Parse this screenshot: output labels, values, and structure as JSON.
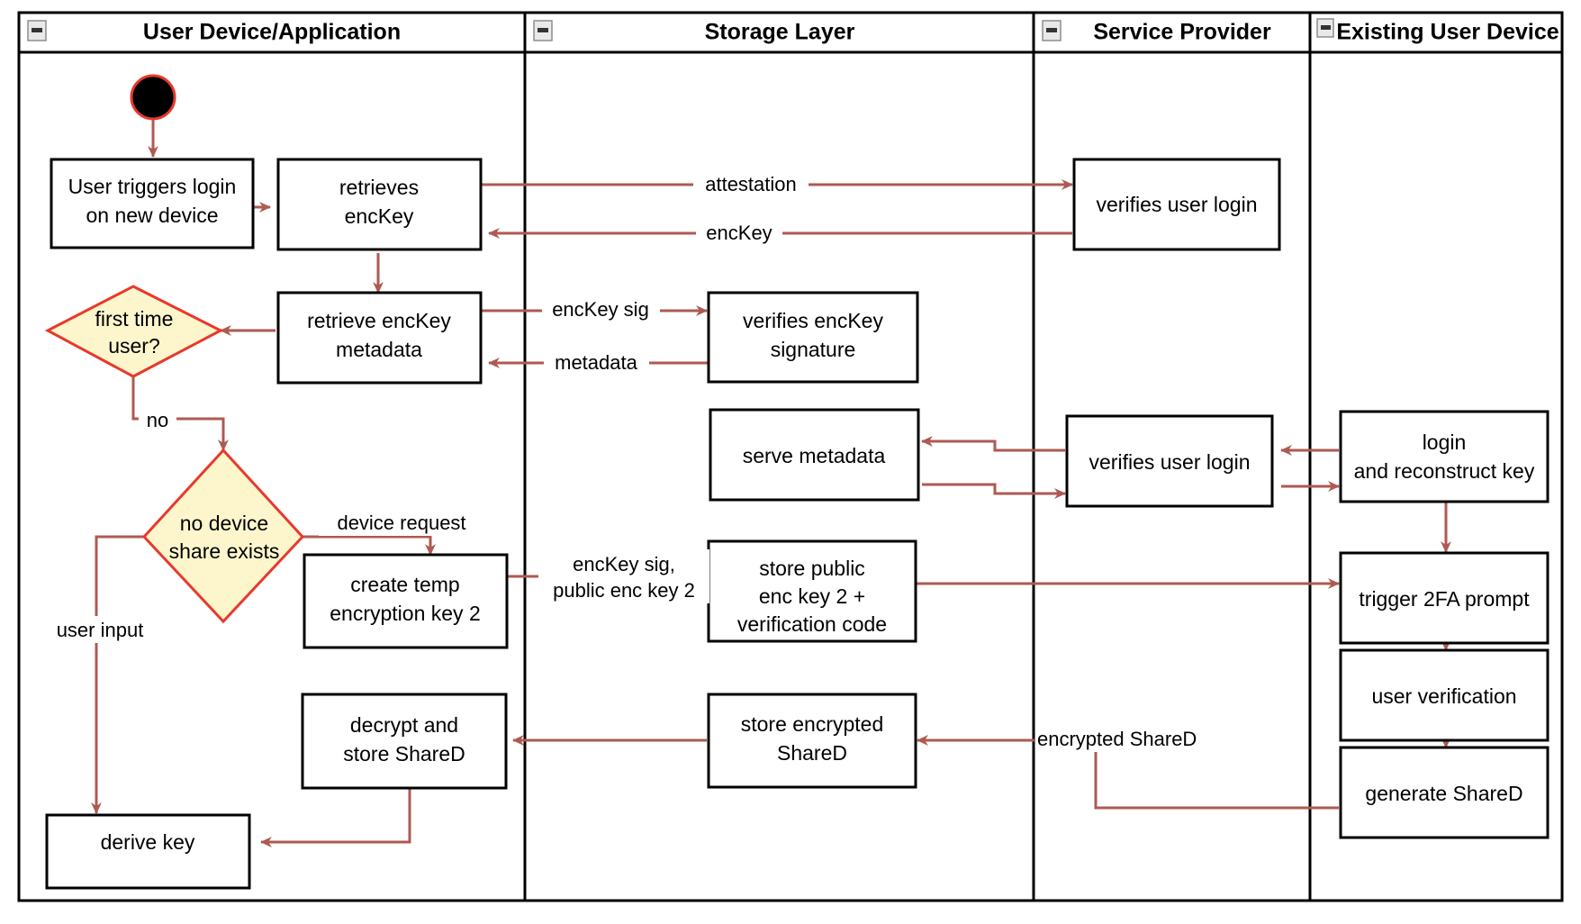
{
  "diagram": {
    "type": "uml-activity-swimlane",
    "colors": {
      "flow": "#ad5a52",
      "decision_fill": "#fdf6cd",
      "decision_stroke": "#e8392b",
      "box_stroke": "#000000",
      "lane_stroke": "#000000",
      "background": "#ffffff"
    }
  },
  "lanes": [
    {
      "id": "lane-user-device",
      "title": "User Device/Application",
      "collapse_icon": "minus-icon"
    },
    {
      "id": "lane-storage",
      "title": "Storage Layer",
      "collapse_icon": "minus-icon"
    },
    {
      "id": "lane-service-provider",
      "title": "Service Provider",
      "collapse_icon": "minus-icon"
    },
    {
      "id": "lane-existing-device",
      "title": "Existing User Device",
      "collapse_icon": "minus-icon"
    }
  ],
  "nodes": [
    {
      "id": "start",
      "kind": "start",
      "lane": "lane-user-device",
      "label": ""
    },
    {
      "id": "user-triggers",
      "kind": "activity",
      "lane": "lane-user-device",
      "label": "User triggers login\non new device"
    },
    {
      "id": "retrieves-enckey",
      "kind": "activity",
      "lane": "lane-user-device",
      "label": "retrieves\nencKey"
    },
    {
      "id": "retrieve-metadata",
      "kind": "activity",
      "lane": "lane-user-device",
      "label": "retrieve encKey\nmetadata"
    },
    {
      "id": "first-time-user",
      "kind": "decision",
      "lane": "lane-user-device",
      "label": "first time\nuser?"
    },
    {
      "id": "no-device-share",
      "kind": "decision",
      "lane": "lane-user-device",
      "label": "no device\nshare exists"
    },
    {
      "id": "create-temp-key",
      "kind": "activity",
      "lane": "lane-user-device",
      "label": "create temp\nencryption key 2"
    },
    {
      "id": "decrypt-store",
      "kind": "activity",
      "lane": "lane-user-device",
      "label": "decrypt and\nstore ShareD"
    },
    {
      "id": "derive-key",
      "kind": "activity",
      "lane": "lane-user-device",
      "label": "derive key"
    },
    {
      "id": "verifies-sig",
      "kind": "activity",
      "lane": "lane-storage",
      "label": "verifies encKey\nsignature"
    },
    {
      "id": "serve-metadata",
      "kind": "activity",
      "lane": "lane-storage",
      "label": "serve metadata"
    },
    {
      "id": "store-public-key",
      "kind": "activity",
      "lane": "lane-storage",
      "label": "store public\nenc key 2 +\nverification code"
    },
    {
      "id": "store-encrypted",
      "kind": "activity",
      "lane": "lane-storage",
      "label": "store encrypted\nShareD"
    },
    {
      "id": "verifies-login-1",
      "kind": "activity",
      "lane": "lane-service-provider",
      "label": "verifies user login"
    },
    {
      "id": "verifies-login-2",
      "kind": "activity",
      "lane": "lane-service-provider",
      "label": "verifies user login"
    },
    {
      "id": "login-reconstruct",
      "kind": "activity",
      "lane": "lane-existing-device",
      "label": "login\nand reconstruct key"
    },
    {
      "id": "trigger-2fa",
      "kind": "activity",
      "lane": "lane-existing-device",
      "label": "trigger 2FA prompt"
    },
    {
      "id": "user-verification",
      "kind": "activity",
      "lane": "lane-existing-device",
      "label": "user verification"
    },
    {
      "id": "generate-shared",
      "kind": "activity",
      "lane": "lane-existing-device",
      "label": "generate ShareD"
    }
  ],
  "edges": [
    {
      "id": "e-start",
      "from": "start",
      "to": "user-triggers",
      "label": ""
    },
    {
      "id": "e-trig-ret",
      "from": "user-triggers",
      "to": "retrieves-enckey",
      "label": ""
    },
    {
      "id": "e-attestation",
      "from": "retrieves-enckey",
      "to": "verifies-login-1",
      "label": "attestation"
    },
    {
      "id": "e-enckey",
      "from": "verifies-login-1",
      "to": "retrieves-enckey",
      "label": "encKey"
    },
    {
      "id": "e-ret-meta",
      "from": "retrieves-enckey",
      "to": "retrieve-metadata",
      "label": ""
    },
    {
      "id": "e-enckeysig",
      "from": "retrieve-metadata",
      "to": "verifies-sig",
      "label": "encKey sig"
    },
    {
      "id": "e-metadata",
      "from": "verifies-sig",
      "to": "retrieve-metadata",
      "label": "metadata"
    },
    {
      "id": "e-meta-first",
      "from": "retrieve-metadata",
      "to": "first-time-user",
      "label": ""
    },
    {
      "id": "e-no",
      "from": "first-time-user",
      "to": "no-device-share",
      "label": "no"
    },
    {
      "id": "e-devreq",
      "from": "no-device-share",
      "to": "create-temp-key",
      "label": "device request"
    },
    {
      "id": "e-userinput",
      "from": "no-device-share",
      "to": "derive-key",
      "label": "user input"
    },
    {
      "id": "e-sigpub",
      "from": "create-temp-key",
      "to": "store-public-key",
      "label": "encKey sig,\npublic enc key 2"
    },
    {
      "id": "e-pub-2fa",
      "from": "store-public-key",
      "to": "trigger-2fa",
      "label": ""
    },
    {
      "id": "e-login-sp",
      "from": "login-reconstruct",
      "to": "verifies-login-2",
      "label": ""
    },
    {
      "id": "e-sp-login",
      "from": "verifies-login-2",
      "to": "login-reconstruct",
      "label": ""
    },
    {
      "id": "e-sp-serve",
      "from": "verifies-login-2",
      "to": "serve-metadata",
      "label": ""
    },
    {
      "id": "e-serve-sp",
      "from": "serve-metadata",
      "to": "verifies-login-2",
      "label": ""
    },
    {
      "id": "e-login-2fa",
      "from": "login-reconstruct",
      "to": "trigger-2fa",
      "label": ""
    },
    {
      "id": "e-2fa-userver",
      "from": "trigger-2fa",
      "to": "user-verification",
      "label": ""
    },
    {
      "id": "e-userver-gen",
      "from": "user-verification",
      "to": "generate-shared",
      "label": ""
    },
    {
      "id": "e-encshared",
      "from": "generate-shared",
      "to": "store-encrypted",
      "label": "encrypted ShareD"
    },
    {
      "id": "e-store-dec",
      "from": "store-encrypted",
      "to": "decrypt-store",
      "label": ""
    },
    {
      "id": "e-dec-derive",
      "from": "decrypt-store",
      "to": "derive-key",
      "label": ""
    }
  ]
}
